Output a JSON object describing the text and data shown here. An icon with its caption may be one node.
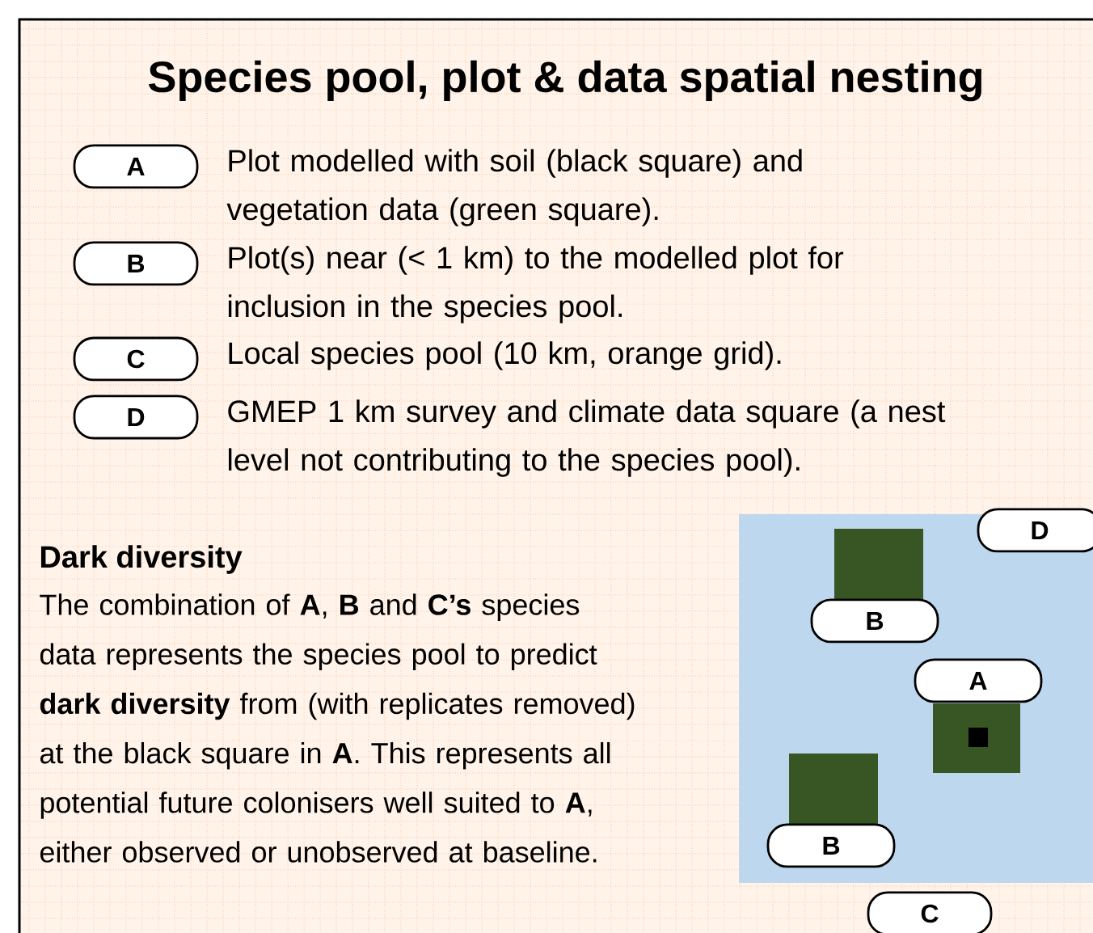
{
  "diagram": {
    "title": "Species pool, plot & data spatial nesting",
    "nodes": [
      {
        "text": [
          "A"
        ],
        "beside": [
          "Plot modelled with soil (black square) and vegetation data (green square)."
        ]
      },
      {
        "text": [
          "B"
        ],
        "beside": [
          "Plot(s) near (< 1 km) to the modelled plot for inclusion in the species pool."
        ]
      },
      {
        "text": [
          "C"
        ],
        "beside": [
          "Local species pool (10 km, orange grid)."
        ]
      },
      {
        "text": [
          "D"
        ],
        "beside": [
          "GMEP 1 km survey and climate data square (a nest level not contributing to the species pool)."
        ]
      },
      {
        "text": [],
        "shape": "box"
      },
      {
        "text": [
          "D"
        ]
      },
      {
        "text": [],
        "shape": "box",
        "in": 4
      },
      {
        "text": [
          "B"
        ],
        "in": 4
      },
      {
        "text": [
          "A"
        ],
        "in": 4
      },
      {
        "text": [],
        "shape": "box",
        "in": 4
      },
      {
        "text": [],
        "shape": "box",
        "in": 9
      },
      {
        "text": [],
        "shape": "box",
        "in": 4
      },
      {
        "text": [
          "B"
        ],
        "in": 4
      },
      {
        "text": [
          "C"
        ]
      }
    ],
    "labels": [
      "Dark diversity",
      "The combination of **A**, **B** and **C’s** species data represents the species pool to predict **dark diversity** from (with replicates removed) at the black square in **A**. This represents all potential future colonisers well suited to **A**, either observed or unobserved at baseline."
    ]
  }
}
